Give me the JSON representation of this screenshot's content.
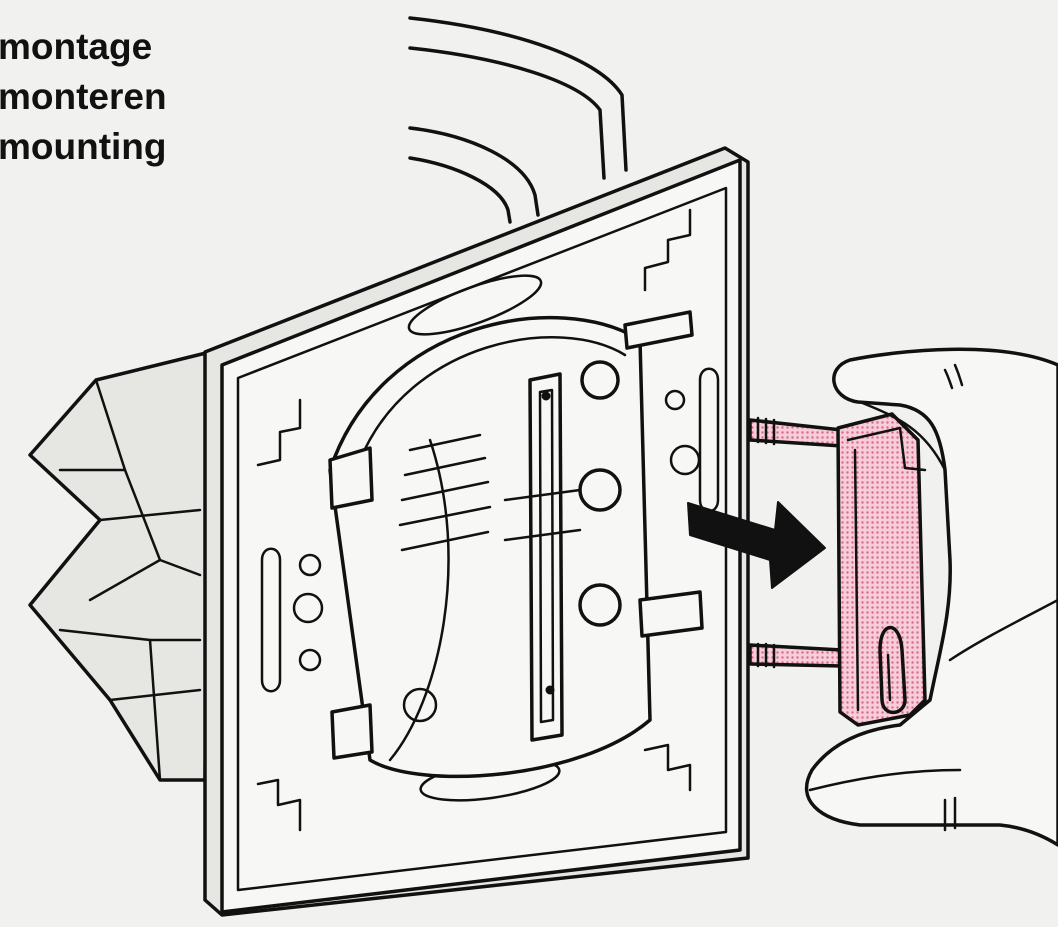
{
  "labels": {
    "line1": "montage",
    "line2": "monteren",
    "line3": "mounting"
  },
  "colors": {
    "background": "#f1f1ef",
    "line": "#111111",
    "highlight": "#e58aa6"
  },
  "icons": {
    "direction": "arrow-right-icon"
  }
}
